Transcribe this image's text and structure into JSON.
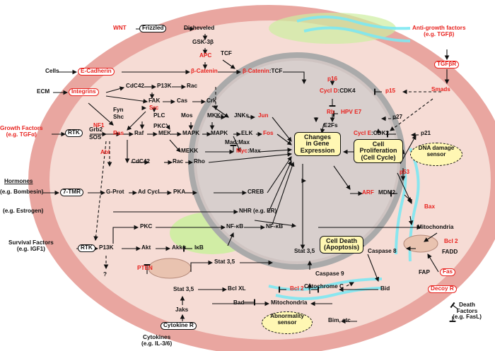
{
  "nodes": {
    "wnt": "WNT",
    "frizzled": "Frizzled",
    "disheveled": "Disheveled",
    "gsk3b": "GSK-3β",
    "apc": "APC",
    "tcf": "TCF",
    "cells": "Cells",
    "ecadherin": "E-Cadherin",
    "bcatenin": "β-Catenin",
    "bcatenin_tcf_a": "β-Catenin",
    "bcatenin_tcf_b": ":TCF",
    "ecm": "ECM",
    "integrins": "Integrins",
    "cdc42_top": "CdC42",
    "p13k_top": "P13K",
    "rac_top": "Rac",
    "fak": "FAK",
    "src": "Src",
    "cas": "Cas",
    "crk": "Crk",
    "fyn": "Fyn",
    "shc": "Shc",
    "nf1": "NF1",
    "plc": "PLC",
    "pkc_top": "PKC",
    "mos": "Mos",
    "mkks": "MKKs",
    "jnks": "JNKs",
    "jun": "Jun",
    "growth_a": "Growth Factors",
    "growth_b": "(e.g. TGFα)",
    "rtk_top": "RTK",
    "grb2": "Grb2",
    "sos": "SOS",
    "ras": "Ras",
    "raf": "Raf",
    "mek": "MEK",
    "mapk": "MAPK",
    "mapk2": "MAPK",
    "elk": "ELK",
    "fos": "Fos",
    "myc_a": "Myc",
    "myc_b": ":Max",
    "madmax": "Mad:Max",
    "mekk": "MEKK",
    "abl": "Abl",
    "cdc42_mid": "CdC42",
    "rac_mid": "Rac",
    "rho": "Rho",
    "hormones": "Hormones",
    "bombesin": "(e.g. Bombesin)",
    "tmr": "7-TMR",
    "gprot": "G-Prot",
    "adcycl": "Ad Cycl",
    "pka": "PKA",
    "creb": "CREB",
    "estrogen": "(e.g. Estrogen)",
    "nhr": "NHR (e.g. ER)",
    "gene_a": "Changes",
    "gene_b": "in Gene",
    "gene_c": "Expression",
    "prolif_a": "Cell",
    "prolif_b": "Proliferation",
    "prolif_c": "(Cell Cycle)",
    "p16": "p16",
    "cycld_a": "Cycl D",
    "cycld_b": ":CDK4",
    "rb": "Rb",
    "hpv": "HPV E7",
    "e2fs": "E2Fs",
    "p15": "p15",
    "p27": "p27",
    "cycle_a": "Cycl E",
    "cycle_b": ":CDK2",
    "p21": "p21",
    "dna_a": "DNA damage",
    "dna_b": "sensor",
    "p53": "p53",
    "arf": "ARF",
    "mdm2": "MDM2",
    "anti_a": "Anti-growth factors",
    "anti_b": "(e.g. TGFβ)",
    "tgfbr": "TGFβR",
    "smads": "Smads",
    "bax": "Bax",
    "mito_r": "Mitochondria",
    "bcl2_r": "Bcl 2",
    "fadd": "FADD",
    "casp8": "Caspase 8",
    "fap": "FAP",
    "fas": "Fas",
    "decoy": "Decoy R",
    "death_a": "Death",
    "death_b": "Factors",
    "death_c": "(e.g. FasL)",
    "surv_a": "Survival Factors",
    "surv_b": "(e.g. IGF1)",
    "rtk_bot": "RTK",
    "p13k_bot": "P13K",
    "pkc_bot": "PKC",
    "nfkb1": "NF-κB",
    "nfkb2": "NF-κB",
    "akt": "Akt",
    "akka": "Akkα",
    "ikb": "IκB",
    "pten": "PTEN",
    "q": "?",
    "stat_a": "Stat 3,5",
    "stat_b": "Stat 3,5",
    "stat_c": "Stat 3,5",
    "death_box_a": "Cell Death",
    "death_box_b": "(Apoptosis)",
    "casp9": "Caspase 9",
    "cytc": "Cytochrome C",
    "bcl2_b": "Bcl 2",
    "bclxl": "Bcl XL",
    "bad": "Bad",
    "mito_b": "Mitochondria",
    "bid": "Bid",
    "abn_a": "Abnormality",
    "abn_b": "sensor",
    "bim": "Bim, etc",
    "jaks": "Jaks",
    "cytr": "Cytokine R",
    "cyt_a": "Cytokines",
    "cyt_b": "(e.g. IL-3/6)"
  },
  "colors": {
    "activator_red": "#e8231f",
    "membrane_pink": "#e9a6a0",
    "cytoplasm": "#f6dcd5",
    "nucleus": "#d3c8c6",
    "box_yellow": "#fff7b3",
    "organelle_cyan": "#7ee8f2",
    "organelle_green": "#cdeea0"
  }
}
